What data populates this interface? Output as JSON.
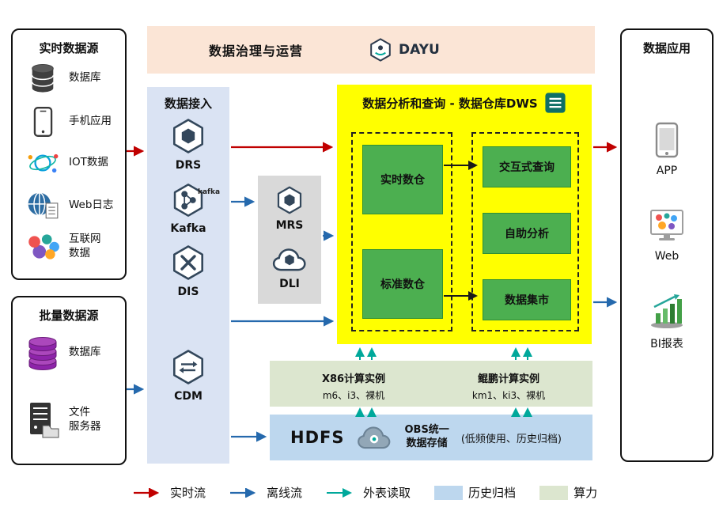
{
  "palette": {
    "flow_realtime": "#c00000",
    "flow_offline": "#2569ad",
    "flow_external": "#00a89b",
    "banner_fill": "#fbe5d6",
    "access_fill": "#dae3f3",
    "middleware_fill": "#d9d9d9",
    "dws_fill": "#ffff00",
    "warehouse_green": "#4caf50",
    "compute_fill": "#dce6cf",
    "archive_fill": "#bdd7ee"
  },
  "banner": {
    "title": "数据治理与运营",
    "logo_text": "DAYU"
  },
  "realtime_sources": {
    "title": "实时数据源",
    "items": [
      {
        "label": "数据库"
      },
      {
        "label": "手机应用"
      },
      {
        "label": "IOT数据"
      },
      {
        "label": "Web日志"
      },
      {
        "line1": "互联网",
        "line2": "数据"
      }
    ]
  },
  "batch_sources": {
    "title": "批量数据源",
    "items": [
      {
        "label": "数据库"
      },
      {
        "line1": "文件",
        "line2": "服务器"
      }
    ]
  },
  "data_access": {
    "title": "数据接入",
    "kafka_brand": "kafka",
    "services": [
      {
        "label": "DRS"
      },
      {
        "label": "Kafka"
      },
      {
        "label": "DIS"
      },
      {
        "label": "CDM"
      }
    ]
  },
  "middleware": {
    "services": [
      {
        "label": "MRS"
      },
      {
        "label": "DLI"
      }
    ]
  },
  "dws": {
    "title": "数据分析和查询 - 数据仓库DWS",
    "warehouses": [
      {
        "label": "实时数仓"
      },
      {
        "label": "标准数仓"
      }
    ],
    "services": [
      {
        "label": "交互式查询"
      },
      {
        "label": "自助分析"
      },
      {
        "label": "数据集市"
      }
    ]
  },
  "compute": {
    "x86": {
      "title": "X86计算实例",
      "spec": "m6、i3、裸机"
    },
    "kunpeng": {
      "title": "鲲鹏计算实例",
      "spec": "km1、ki3、裸机"
    }
  },
  "storage": {
    "hdfs": "HDFS",
    "obs_line1": "OBS统一",
    "obs_line2": "数据存储",
    "note": "(低频使用、历史归档)"
  },
  "data_apps": {
    "title": "数据应用",
    "items": [
      {
        "label": "APP"
      },
      {
        "label": "Web"
      },
      {
        "label": "BI报表"
      }
    ]
  },
  "legend": {
    "realtime": "实时流",
    "offline": "离线流",
    "external": "外表读取",
    "archive": "历史归档",
    "compute": "算力"
  }
}
